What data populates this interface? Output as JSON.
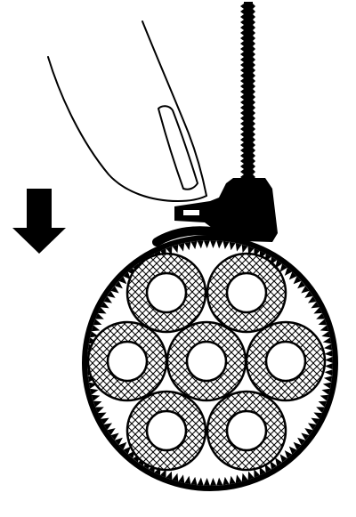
{
  "diagram": {
    "illustration": "cable-tie-tightening",
    "bundle_count": 7,
    "colors": {
      "ink": "#000000",
      "paper": "#ffffff"
    },
    "elements": {
      "arrow": "down-arrow-icon",
      "hand": "finger-outline",
      "tie_strap": "serrated-strap",
      "tie_head": "tie-head-lock",
      "bundle": "cable-bundle"
    }
  }
}
